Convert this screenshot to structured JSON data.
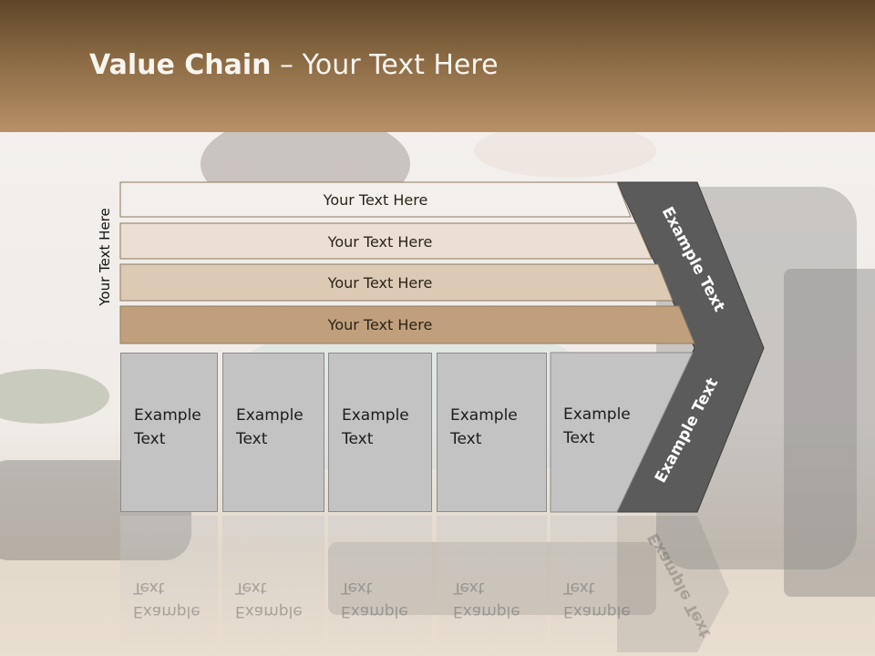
{
  "slide": {
    "title_bold": "Value Chain",
    "title_rest": " – Your Text Here",
    "side_label": "Your Text Here",
    "bars": [
      {
        "label": "Your Text Here",
        "color": "#f3efea"
      },
      {
        "label": "Your Text Here",
        "color": "#eadfd2"
      },
      {
        "label": "Your Text Here",
        "color": "#dccab5"
      },
      {
        "label": "Your Text Here",
        "color": "#c0a07c"
      }
    ],
    "boxes": [
      {
        "line1": "Example",
        "line2": "Text"
      },
      {
        "line1": "Example",
        "line2": "Text"
      },
      {
        "line1": "Example",
        "line2": "Text"
      },
      {
        "line1": "Example",
        "line2": "Text"
      },
      {
        "line1": "Example",
        "line2": "Text"
      }
    ],
    "chevron_top": "Example Text",
    "chevron_bottom": "Example Text",
    "colors": {
      "chevron_dark": "#5b5b5b",
      "box_gray": "#c3c3c3",
      "header_brown": "#8a6a44"
    }
  }
}
